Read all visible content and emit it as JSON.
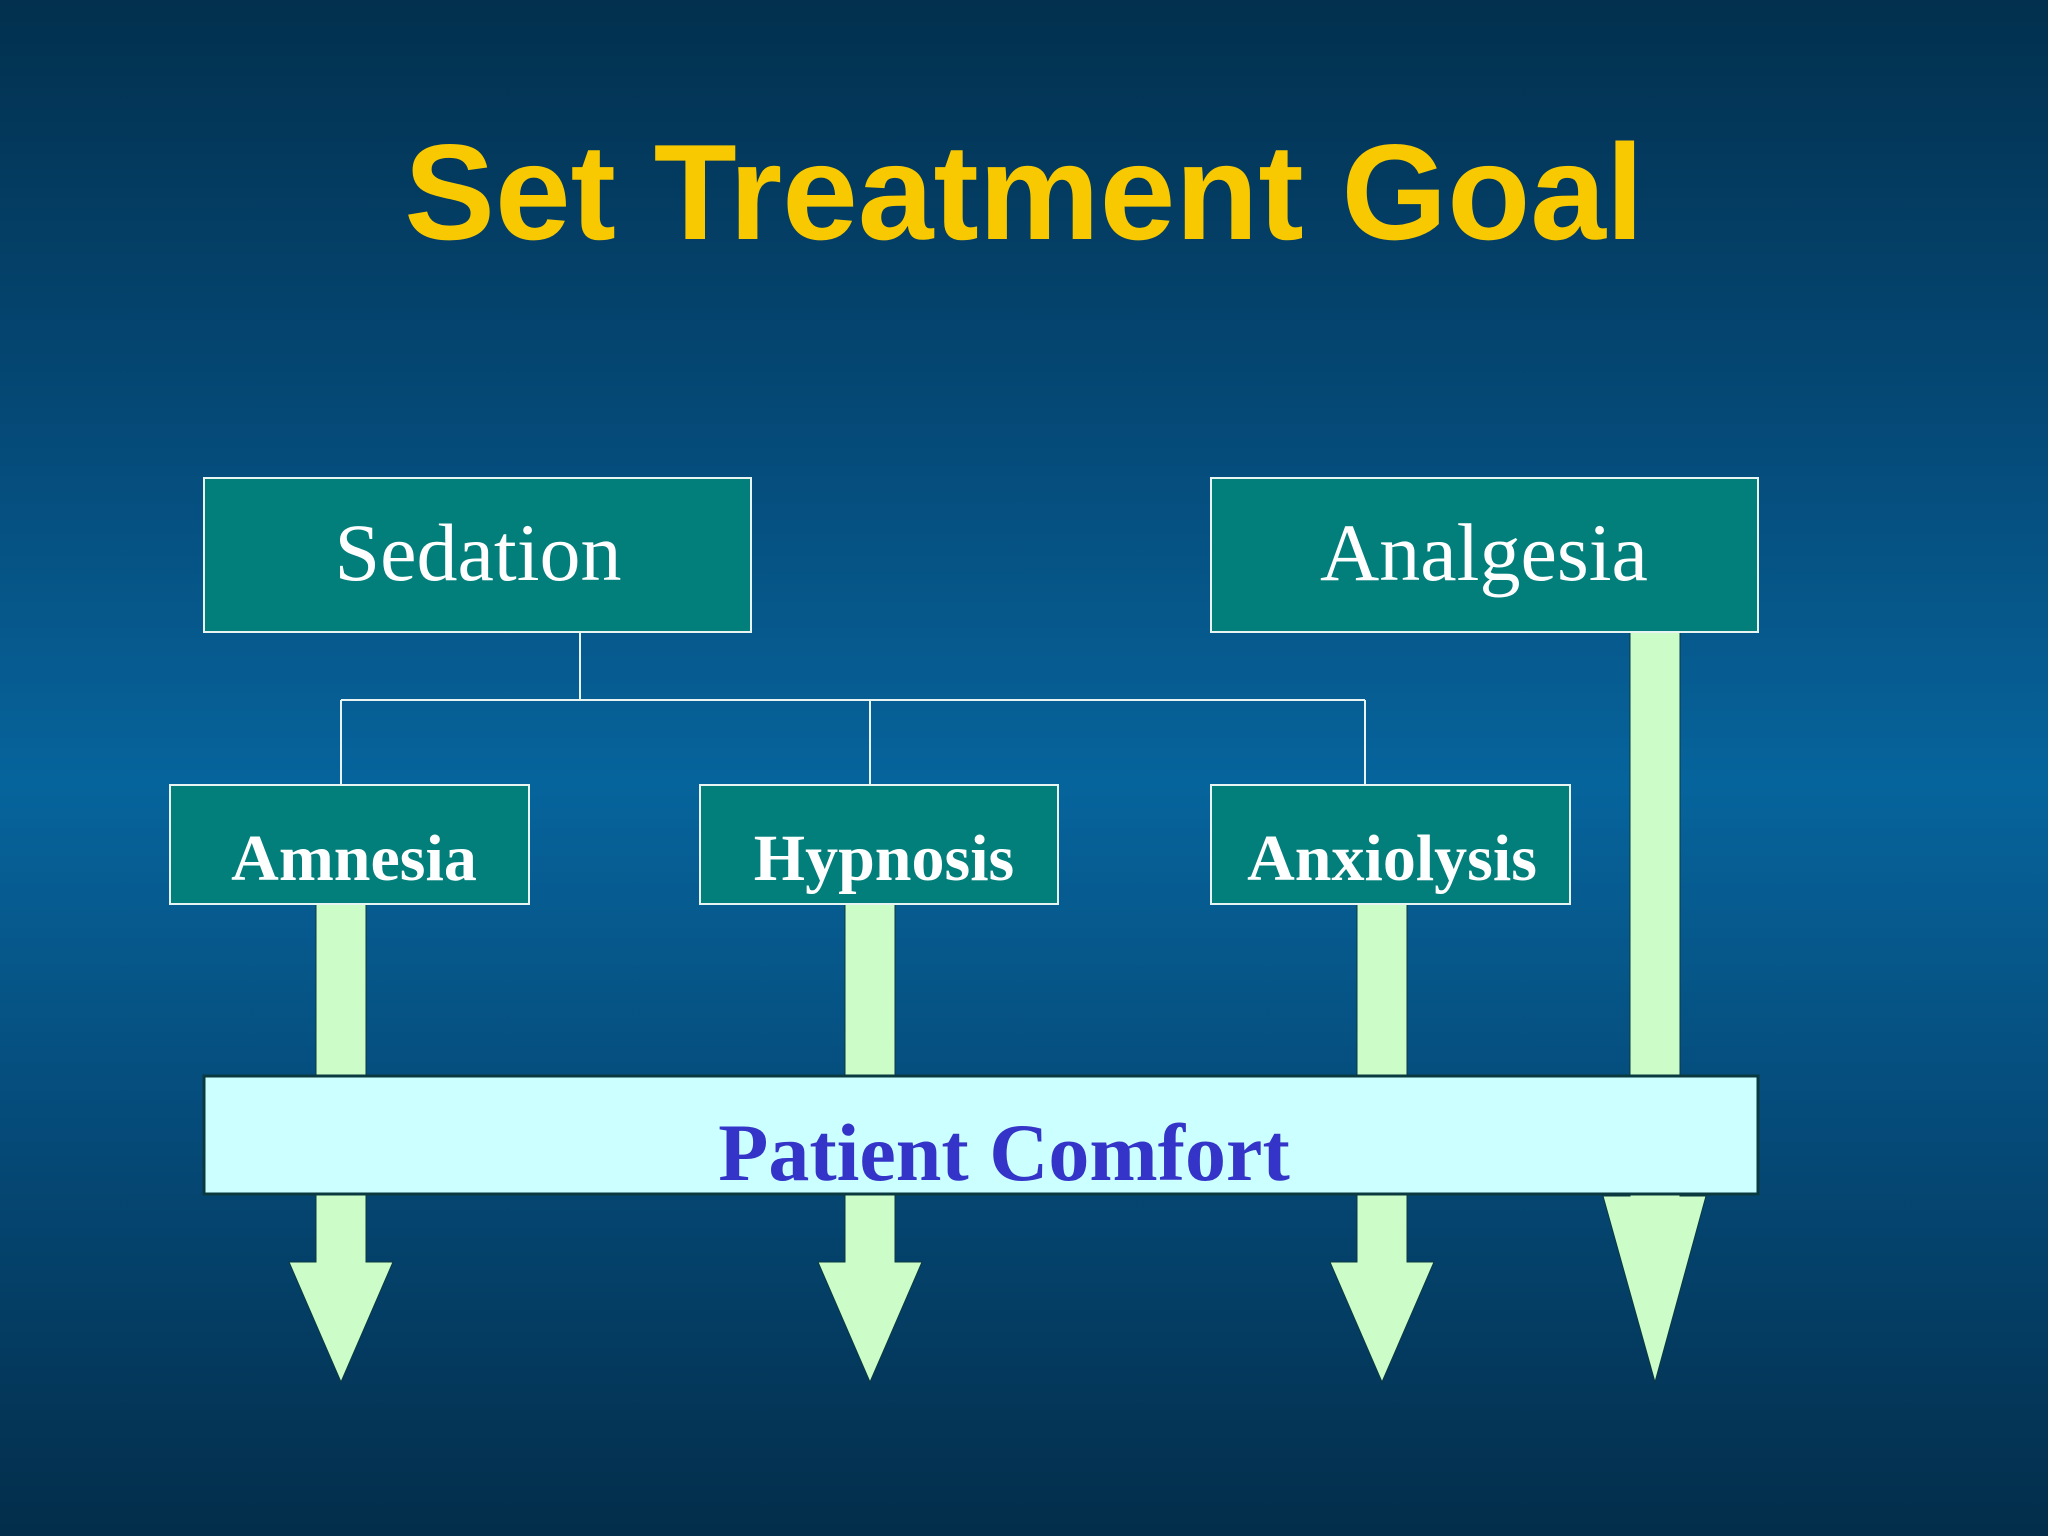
{
  "title": "Set Treatment Goal",
  "nodes": {
    "sedation": "Sedation",
    "analgesia": "Analgesia",
    "amnesia": "Amnesia",
    "hypnosis": "Hypnosis",
    "anxiolysis": "Anxiolysis",
    "patient_comfort": "Patient Comfort"
  },
  "colors": {
    "title": "#f8c800",
    "box_fill": "#037f7b",
    "box_border": "#e8f4f2",
    "arrow_fill": "#ccfcc8",
    "comfort_fill": "#ccffff",
    "comfort_text": "#3434c8",
    "connector": "#e8f4f2"
  }
}
